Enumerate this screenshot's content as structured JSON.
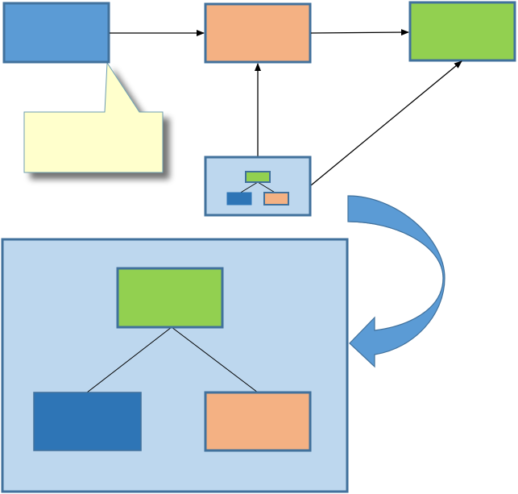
{
  "colors": {
    "blue": "#5b9bd5",
    "orange": "#f4b183",
    "green": "#92d050",
    "dark_blue": "#2e75b6",
    "panel_fill": "#bdd7ee",
    "border": "#41719c",
    "callout_fill": "#ffffcc",
    "callout_border": "#6d9eb0",
    "arrow": "#000000",
    "curved_arrow_light": "#5b9bd5",
    "curved_arrow_dark": "#41719c"
  },
  "nodes": {
    "blue_box": {
      "label": ""
    },
    "orange_box": {
      "label": ""
    },
    "green_box": {
      "label": ""
    },
    "mini_tree_node": {
      "label": ""
    },
    "callout": {
      "text": ""
    }
  },
  "edges": [
    {
      "from": "blue_box",
      "to": "orange_box",
      "arrow": true
    },
    {
      "from": "orange_box",
      "to": "green_box",
      "arrow": true
    },
    {
      "from": "mini_tree_node",
      "to": "orange_box",
      "arrow": true
    },
    {
      "from": "mini_tree_node",
      "to": "green_box",
      "arrow": true
    }
  ],
  "expanded_panel": {
    "nodes": [
      "green",
      "dark_blue",
      "orange"
    ],
    "edges": [
      {
        "from": "green",
        "to": "dark_blue"
      },
      {
        "from": "green",
        "to": "orange"
      }
    ]
  }
}
